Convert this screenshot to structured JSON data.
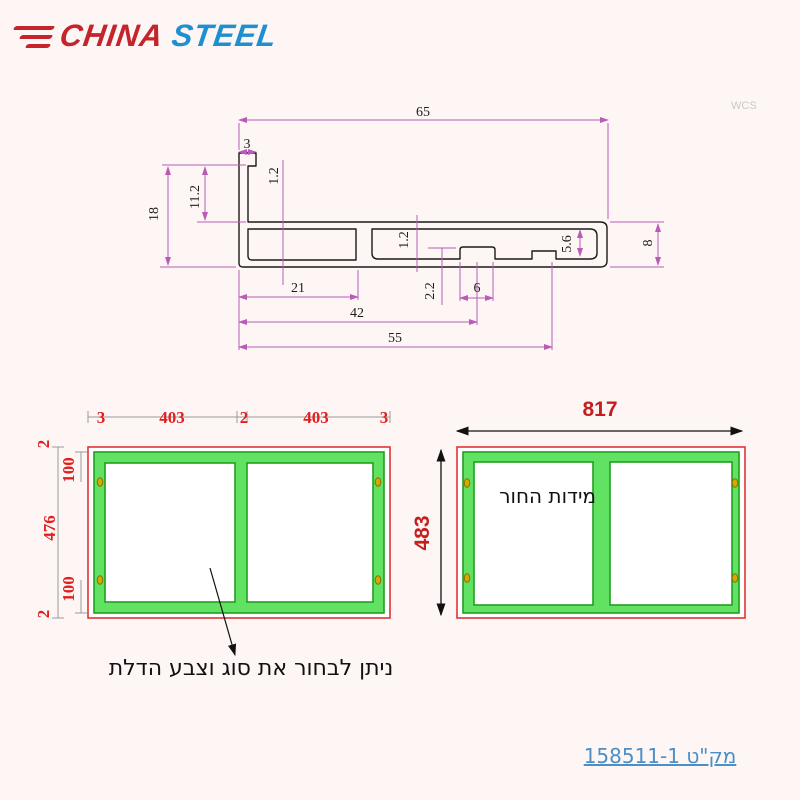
{
  "logo": {
    "china": "CHINA",
    "steel": "STEEL"
  },
  "watermark": "WCS",
  "colors": {
    "background": "#fdf6f4",
    "logo_red": "#c4242c",
    "logo_blue": "#1e8fd0",
    "dimension_line": "#b85cb8",
    "frame_red": "#e23333",
    "frame_green_fill": "#62e262",
    "frame_green_edge": "#1fa01f",
    "hole_marker": "#d4aa00",
    "red_dimension_text": "#e01f1f",
    "dark_red_dimension_text": "#c41f1f",
    "catalog_blue": "#4b8fc6"
  },
  "profile": {
    "w65": "65",
    "w3": "3",
    "t12a": "1.2",
    "h112": "11.2",
    "h18": "18",
    "w21": "21",
    "w42": "42",
    "w55": "55",
    "t12b": "1.2",
    "h22": "2.2",
    "w6": "6",
    "h56": "5.6",
    "h8": "8"
  },
  "left_frame": {
    "top_dims": [
      "3",
      "403",
      "2",
      "403",
      "3"
    ],
    "side_dims": [
      "2",
      "100",
      "476",
      "100",
      "2"
    ]
  },
  "right_frame": {
    "width_dim": "817",
    "height_dim": "483",
    "hole_label": "מידות החור"
  },
  "caption": {
    "text": "ניתן לבחור  את סוג וצבע הדלת"
  },
  "footer": {
    "catalog": "מק\"ט 158511-1"
  }
}
